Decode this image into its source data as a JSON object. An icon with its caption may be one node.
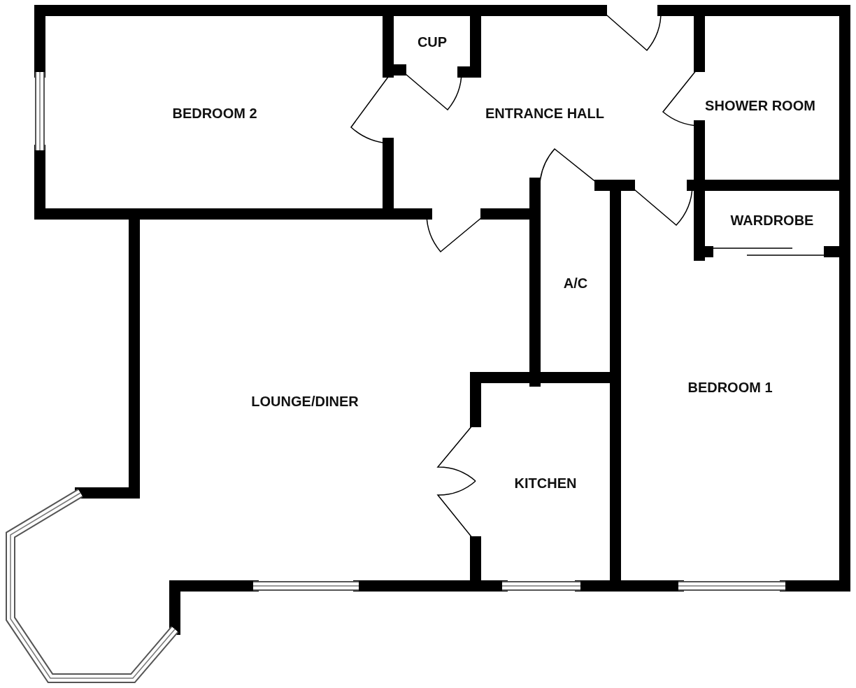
{
  "diagram": {
    "nodes": [
      {
        "text": [
          "BEDROOM 2"
        ]
      },
      {
        "text": [
          "CUP"
        ]
      },
      {
        "text": [
          "ENTRANCE HALL"
        ]
      },
      {
        "text": [
          "SHOWER ROOM"
        ]
      },
      {
        "text": [
          "WARDROBE"
        ]
      },
      {
        "text": [
          "A/C"
        ]
      },
      {
        "text": [
          "LOUNGE/DINER"
        ]
      },
      {
        "text": [
          "BEDROOM 1"
        ]
      },
      {
        "text": [
          "KITCHEN"
        ]
      }
    ]
  }
}
